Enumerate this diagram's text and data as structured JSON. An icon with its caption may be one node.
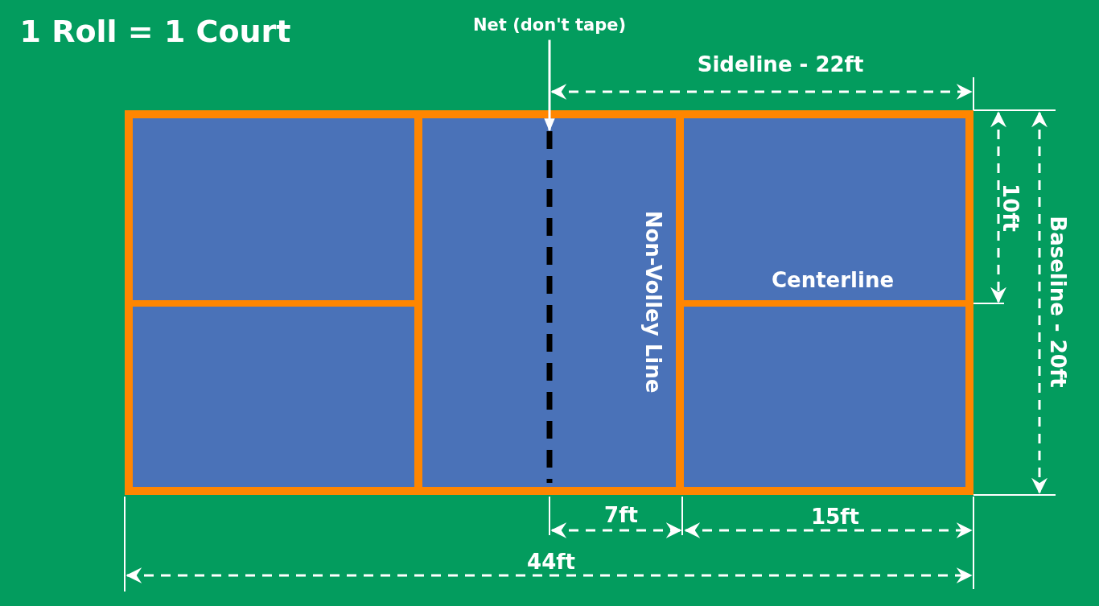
{
  "diagram": {
    "title": "1 Roll = 1 Court",
    "nodes": [
      {
        "text": [
          "Net (don't tape)"
        ]
      },
      {
        "text": [],
        "shape": "line"
      }
    ],
    "edges": [
      {
        "from": 0,
        "to": 1,
        "arrow": "to"
      }
    ],
    "labels": [
      "Sideline - 22ft",
      "10ft",
      "Baseline - 20ft",
      "Non-Volley Line",
      "Centerline",
      "7ft",
      "15ft",
      "44ft"
    ]
  }
}
